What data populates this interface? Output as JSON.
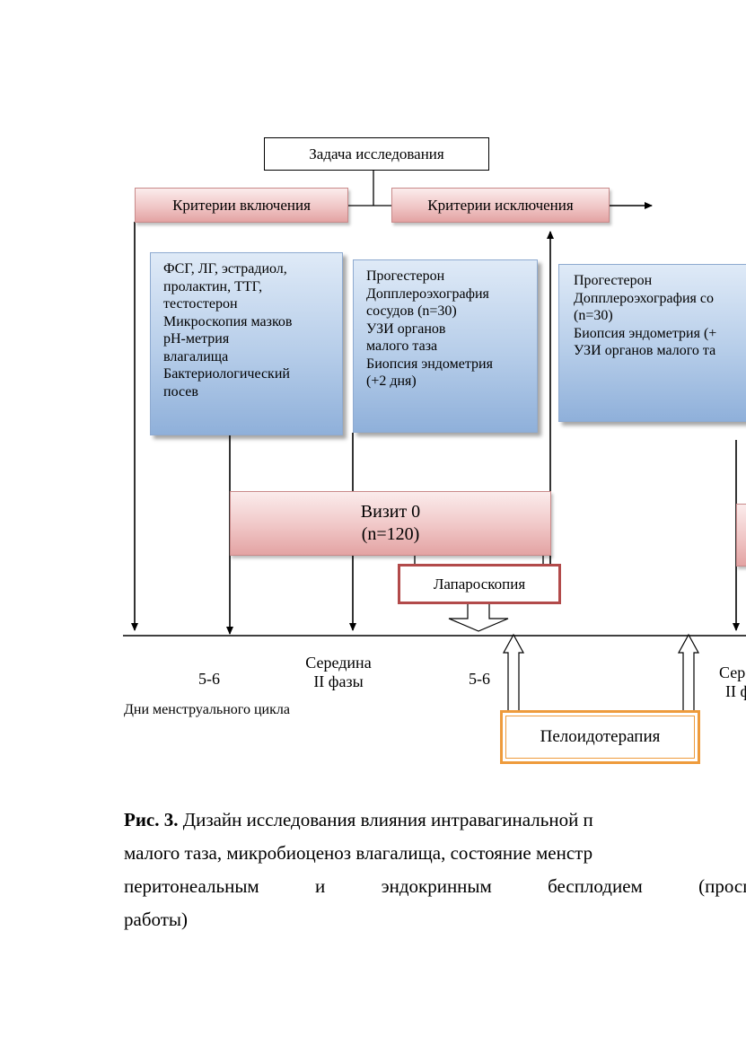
{
  "diagram": {
    "goal": "Задача исследования",
    "inclusion": "Критерии включения",
    "exclusion": "Критерии исключения",
    "box1_lines": [
      "ФСГ, ЛГ,  эстрадиол,",
      "пролактин, ТТГ,",
      "тестостерон",
      "Микроскопия мазков",
      "pH-метрия",
      "влагалища",
      "Бактериологический",
      "посев"
    ],
    "box2_lines": [
      "Прогестерон",
      "Допплероэхография",
      "сосудов (n=30)",
      "УЗИ органов",
      "малого таза",
      "Биопсия эндометрия",
      "(+2 дня)"
    ],
    "box3_lines": [
      "Прогестерон",
      "Допплероэхография со",
      "(n=30)",
      "Биопсия эндометрия (+",
      "УЗИ органов малого та"
    ],
    "visit_line1": "Визит 0",
    "visit_line2": "(n=120)",
    "laparoscopy": "Лапароскопия",
    "peloid": "Пелоидотерапия",
    "axis_labels": {
      "a1": "5-6",
      "a2_line1": "Середина",
      "a2_line2": "II фазы",
      "a3": "5-6",
      "a4_line1": "Сер",
      "a4_line2": "II ф"
    },
    "days_label": "Дни менструального цикла"
  },
  "caption": {
    "bold": "Рис. 3.",
    "line1": " Дизайн исследования влияния интравагинальной п",
    "line2": "малого таза, микробиоценоз влагалища, состояние менстр",
    "line3_words": [
      "перитонеальным",
      "и",
      "эндокринным",
      "бесплодием",
      "(проспек"
    ],
    "line4": "работы)"
  }
}
